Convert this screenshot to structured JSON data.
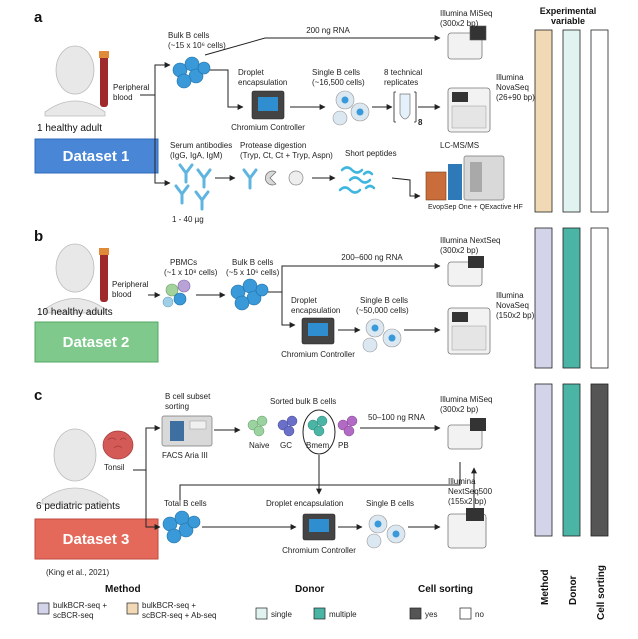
{
  "panels": [
    {
      "letter": "a",
      "donor": "1 healthy adult",
      "sample": [
        "Peripheral",
        "blood"
      ],
      "dataset": "Dataset 1",
      "dataset_color": "#4a86d6",
      "nodes": {
        "bulk": [
          "Bulk B cells",
          "(~15 x 10⁶ cells)"
        ],
        "rna": "200 ng RNA",
        "miseq": [
          "Illumina MiSeq",
          "(300x2 bp)"
        ],
        "droplet": [
          "Droplet",
          "encapsulation"
        ],
        "chromium": "Chromium Controller",
        "single": [
          "Single B cells",
          "(~16,500 cells)"
        ],
        "replicates": [
          "8 technical",
          "replicates"
        ],
        "replicate_count": "8",
        "novaseq": [
          "Illumina",
          "NovaSeq",
          "(26+90 bp)"
        ],
        "serum": [
          "Serum antibodies",
          "(IgG, IgA, IgM)"
        ],
        "amount": "1 - 40 µg",
        "protease": [
          "Protease digestion",
          "(Tryp, Ct, Ct + Tryp, Aspn)"
        ],
        "peptides": "Short peptides",
        "lcms": "LC-MS/MS",
        "evosep": "EvopSep One + QExactive HF"
      }
    },
    {
      "letter": "b",
      "donor": "10 healthy adults",
      "sample": [
        "Peripheral",
        "blood"
      ],
      "dataset": "Dataset 2",
      "dataset_color": "#7ec98b",
      "nodes": {
        "pbmc": [
          "PBMCs",
          "(~1 x 10⁸ cells)"
        ],
        "bulk": [
          "Bulk B cells",
          "(~5 x 10⁶ cells)"
        ],
        "rna": "200–600 ng RNA",
        "nextseq": [
          "Illumina NextSeq",
          "(300x2 bp)"
        ],
        "droplet": [
          "Droplet",
          "encapsulation"
        ],
        "chromium": "Chromium Controller",
        "single": [
          "Single B cells",
          "(~50,000 cells)"
        ],
        "novaseq": [
          "Illumina",
          "NovaSeq",
          "(150x2 bp)"
        ]
      }
    },
    {
      "letter": "c",
      "donor": "6 pediatric patients",
      "sample": "Tonsil",
      "dataset": "Dataset 3",
      "dataset_color": "#e4695b",
      "citation": "(King et al., 2021)",
      "nodes": {
        "subset": [
          "B cell subset",
          "sorting"
        ],
        "facs": "FACS Aria III",
        "sorted": "Sorted bulk B cells",
        "subsets": [
          "Naive",
          "GC",
          "Bmem",
          "PB"
        ],
        "rna": "50–100 ng RNA",
        "miseq": [
          "Illumina MiSeq",
          "(300x2 bp)"
        ],
        "total": "Total B cells",
        "droplet": "Droplet encapsulation",
        "chromium": "Chromium Controller",
        "single": "Single B cells",
        "nextseq": [
          "Illumina",
          "NextSeq500",
          "(155x2 bp)"
        ]
      }
    }
  ],
  "variables": {
    "header": [
      "Experimental",
      "variable"
    ],
    "columns": [
      "Method",
      "Donor",
      "Cell sorting"
    ]
  },
  "legend": {
    "method": {
      "title": "Method",
      "items": [
        {
          "label": [
            "bulkBCR-seq +",
            "scBCR-seq"
          ],
          "color": "#d3d4ea"
        },
        {
          "label": [
            "bulkBCR-seq +",
            "scBCR-seq + Ab-seq"
          ],
          "color": "#f2d9b5"
        }
      ]
    },
    "donor": {
      "title": "Donor",
      "items": [
        {
          "label": "single",
          "color": "#e1f3f0"
        },
        {
          "label": "multiple",
          "color": "#4ab5a5"
        }
      ]
    },
    "sorting": {
      "title": "Cell sorting",
      "items": [
        {
          "label": "yes",
          "color": "#555555"
        },
        {
          "label": "no",
          "color": "#ffffff"
        }
      ]
    }
  },
  "colors": {
    "method_ab": "#f2d9b5",
    "method_bulk_sc": "#d3d4ea",
    "donor_single": "#e1f3f0",
    "donor_multiple": "#4ab5a5",
    "sorting_yes": "#555555",
    "sorting_no": "#ffffff",
    "cell": "#3a9ad9",
    "blood": "#9e2a2b"
  }
}
